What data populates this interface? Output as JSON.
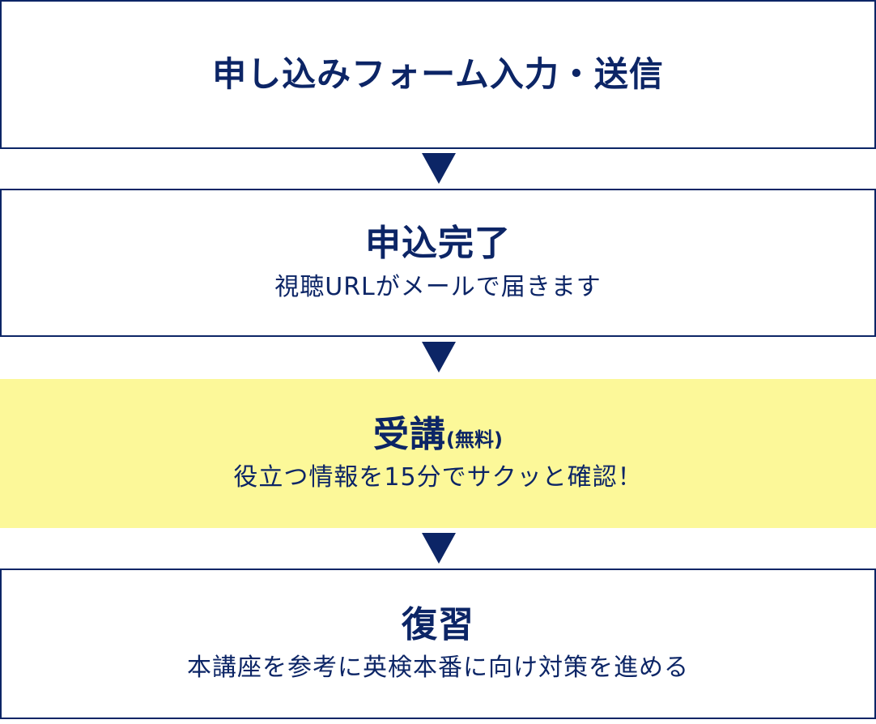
{
  "colors": {
    "navy": "#0c2566",
    "highlight": "#fcf899"
  },
  "steps": [
    {
      "title": "申し込みフォーム入力・送信",
      "suffix": "",
      "subtitle": ""
    },
    {
      "title": "申込完了",
      "suffix": "",
      "subtitle": "視聴URLがメールで届きます"
    },
    {
      "title": "受講",
      "suffix": "(無料)",
      "subtitle": "役立つ情報を15分でサクッと確認！"
    },
    {
      "title": "復習",
      "suffix": "",
      "subtitle": "本講座を参考に英検本番に向け対策を進める"
    }
  ],
  "connectors": [
    "down-arrow-icon",
    "down-arrow-icon",
    "down-arrow-icon"
  ]
}
